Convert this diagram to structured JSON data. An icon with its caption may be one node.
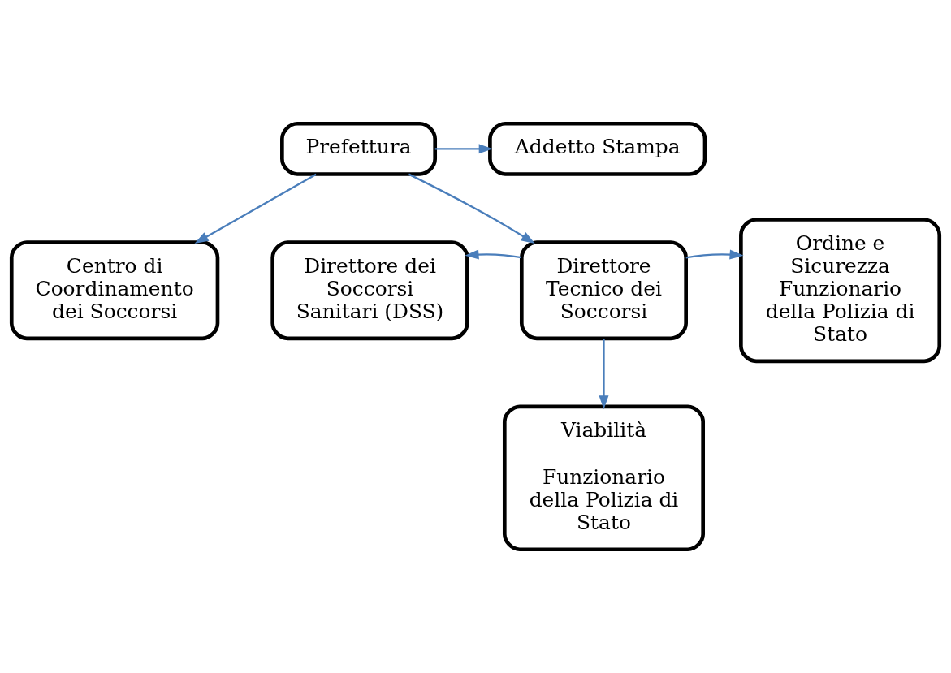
{
  "diagram": {
    "nodes": [
      {
        "text": [
          "Prefettura"
        ]
      },
      {
        "text": [
          "Addetto Stampa"
        ]
      },
      {
        "text": [
          "Centro di Coordinamento dei Soccorsi"
        ]
      },
      {
        "text": [
          "Direttore Tecnico dei Soccorsi"
        ]
      },
      {
        "text": [
          "Direttore dei Soccorsi Sanitari (DSS)"
        ]
      },
      {
        "text": [
          "Ordine e Sicurezza Funzionario della Polizia di Stato"
        ]
      },
      {
        "text": [
          "Viabilità",
          "Funzionario della Polizia di Stato"
        ]
      }
    ],
    "edges": [
      {
        "from": 0,
        "to": 1,
        "arrow": "to"
      },
      {
        "from": 0,
        "to": 2,
        "arrow": "to"
      },
      {
        "from": 0,
        "to": 3,
        "arrow": "to"
      },
      {
        "from": 3,
        "to": 4,
        "arrow": "to"
      },
      {
        "from": 3,
        "to": 5,
        "arrow": "to"
      },
      {
        "from": 3,
        "to": 6,
        "arrow": "to"
      }
    ]
  }
}
